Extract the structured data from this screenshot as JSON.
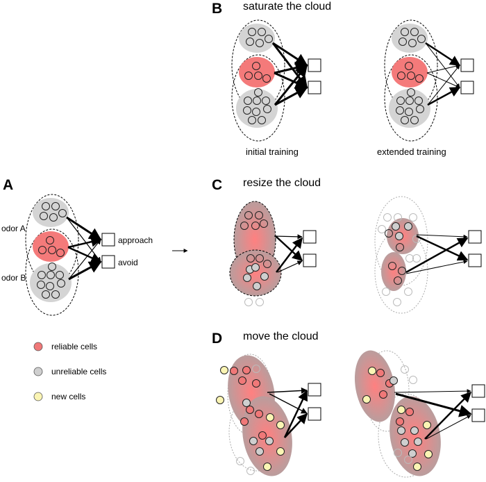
{
  "panels": {
    "A": {
      "letter": "A",
      "odor_a": "odor A",
      "odor_b": "odor B",
      "out_top": "approach",
      "out_bottom": "avoid"
    },
    "B": {
      "letter": "B",
      "title": "saturate the cloud",
      "left_caption": "initial training",
      "right_caption": "extended training"
    },
    "C": {
      "letter": "C",
      "title": "resize the cloud"
    },
    "D": {
      "letter": "D",
      "title": "move the cloud"
    }
  },
  "legend": [
    {
      "label": "reliable cells",
      "color": "#f07878"
    },
    {
      "label": "unreliable cells",
      "color": "#cfcfcf"
    },
    {
      "label": "new cells",
      "color": "#fbf5b4"
    }
  ],
  "colors": {
    "reliable": "#f07878",
    "unreliable": "#cfcfcf",
    "new": "#fbf5b4",
    "blob_gray": "#d4d4d4",
    "blob_red": "#f47a7a"
  }
}
